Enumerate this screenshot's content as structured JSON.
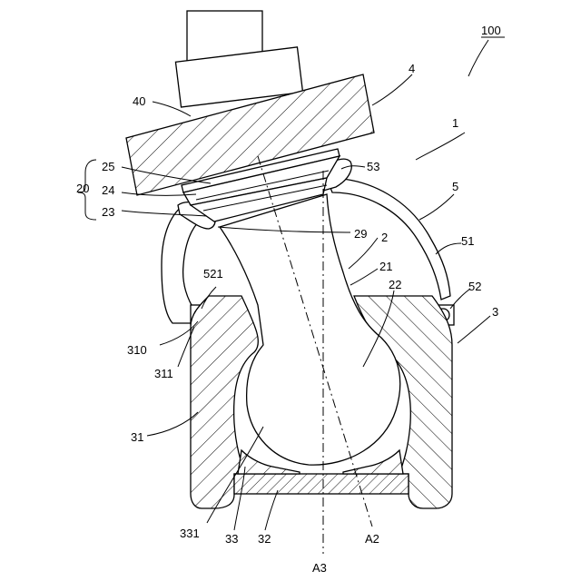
{
  "figure": {
    "reference_number": "100",
    "labels": {
      "l1": "1",
      "l2": "2",
      "l3": "3",
      "l4": "4",
      "l5": "5",
      "l20": "20",
      "l21": "21",
      "l22": "22",
      "l23": "23",
      "l24": "24",
      "l25": "25",
      "l29": "29",
      "l31": "31",
      "l32": "32",
      "l33": "33",
      "l40": "40",
      "l51": "51",
      "l52": "52",
      "l53": "53",
      "l310": "310",
      "l311": "311",
      "l331": "331",
      "l521": "521",
      "lA2": "A2",
      "lA3": "A3"
    }
  }
}
